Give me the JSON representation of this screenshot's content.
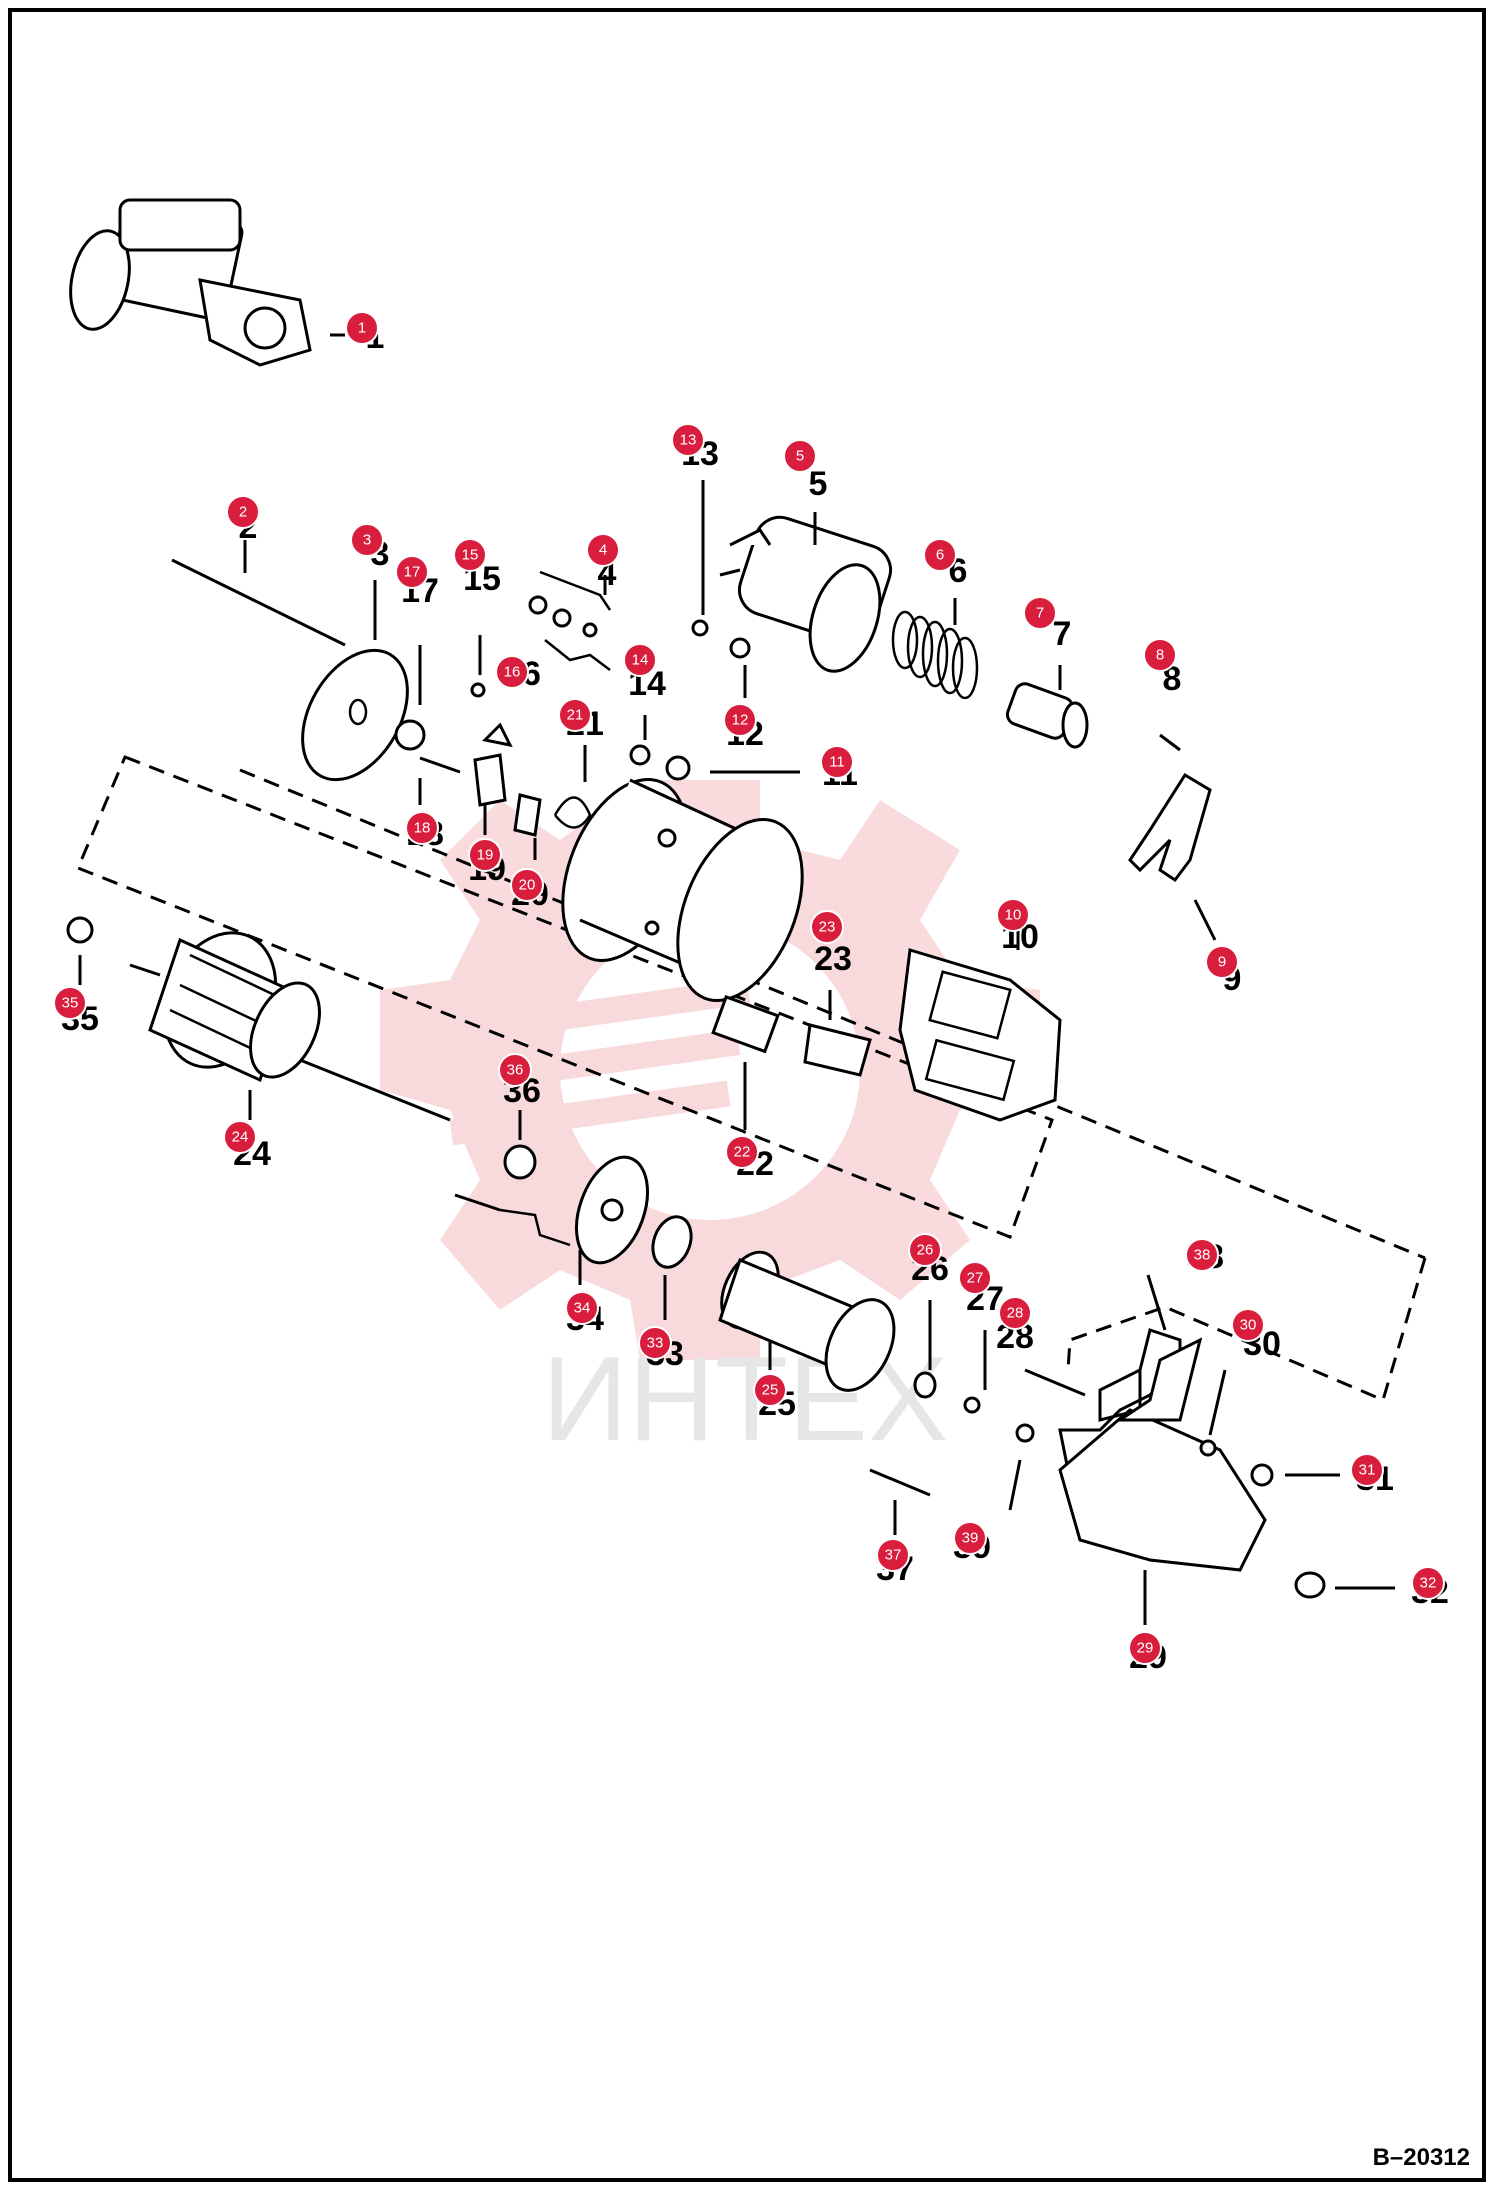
{
  "drawing_id": "B–20312",
  "watermark_text": "ИНТЕХ",
  "accent_color": "#d81e3c",
  "callouts": [
    "1",
    "2",
    "3",
    "4",
    "5",
    "6",
    "7",
    "8",
    "9",
    "10",
    "11",
    "12",
    "13",
    "14",
    "15",
    "16",
    "17",
    "18",
    "19",
    "20",
    "21",
    "22",
    "23",
    "24",
    "25",
    "26",
    "27",
    "28",
    "29",
    "30",
    "31",
    "32",
    "33",
    "34",
    "35",
    "36",
    "37",
    "38",
    "39"
  ]
}
